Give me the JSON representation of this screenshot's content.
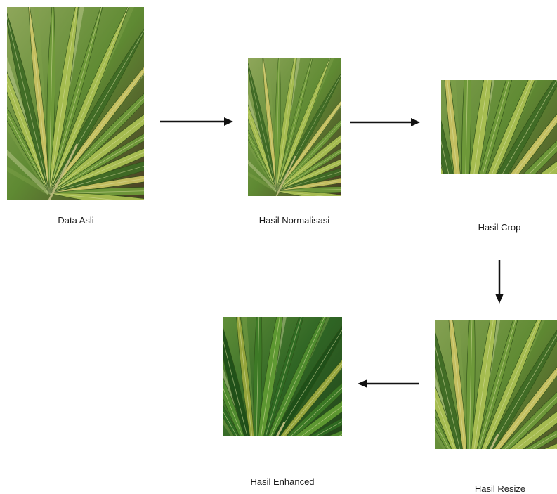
{
  "steps": {
    "original": {
      "label": "Data Asli"
    },
    "normalized": {
      "label": "Hasil Normalisasi"
    },
    "cropped": {
      "label": "Hasil Crop"
    },
    "resized": {
      "label": "Hasil Resize"
    },
    "enhanced": {
      "label": "Hasil Enhanced"
    }
  },
  "colors": {
    "leaf_dark": "#3f6b25",
    "leaf_mid": "#6f9a3a",
    "leaf_light": "#a9bf52",
    "leaf_yellow": "#c9c262",
    "soil": "#5b4a2e",
    "arrow": "#111111"
  }
}
